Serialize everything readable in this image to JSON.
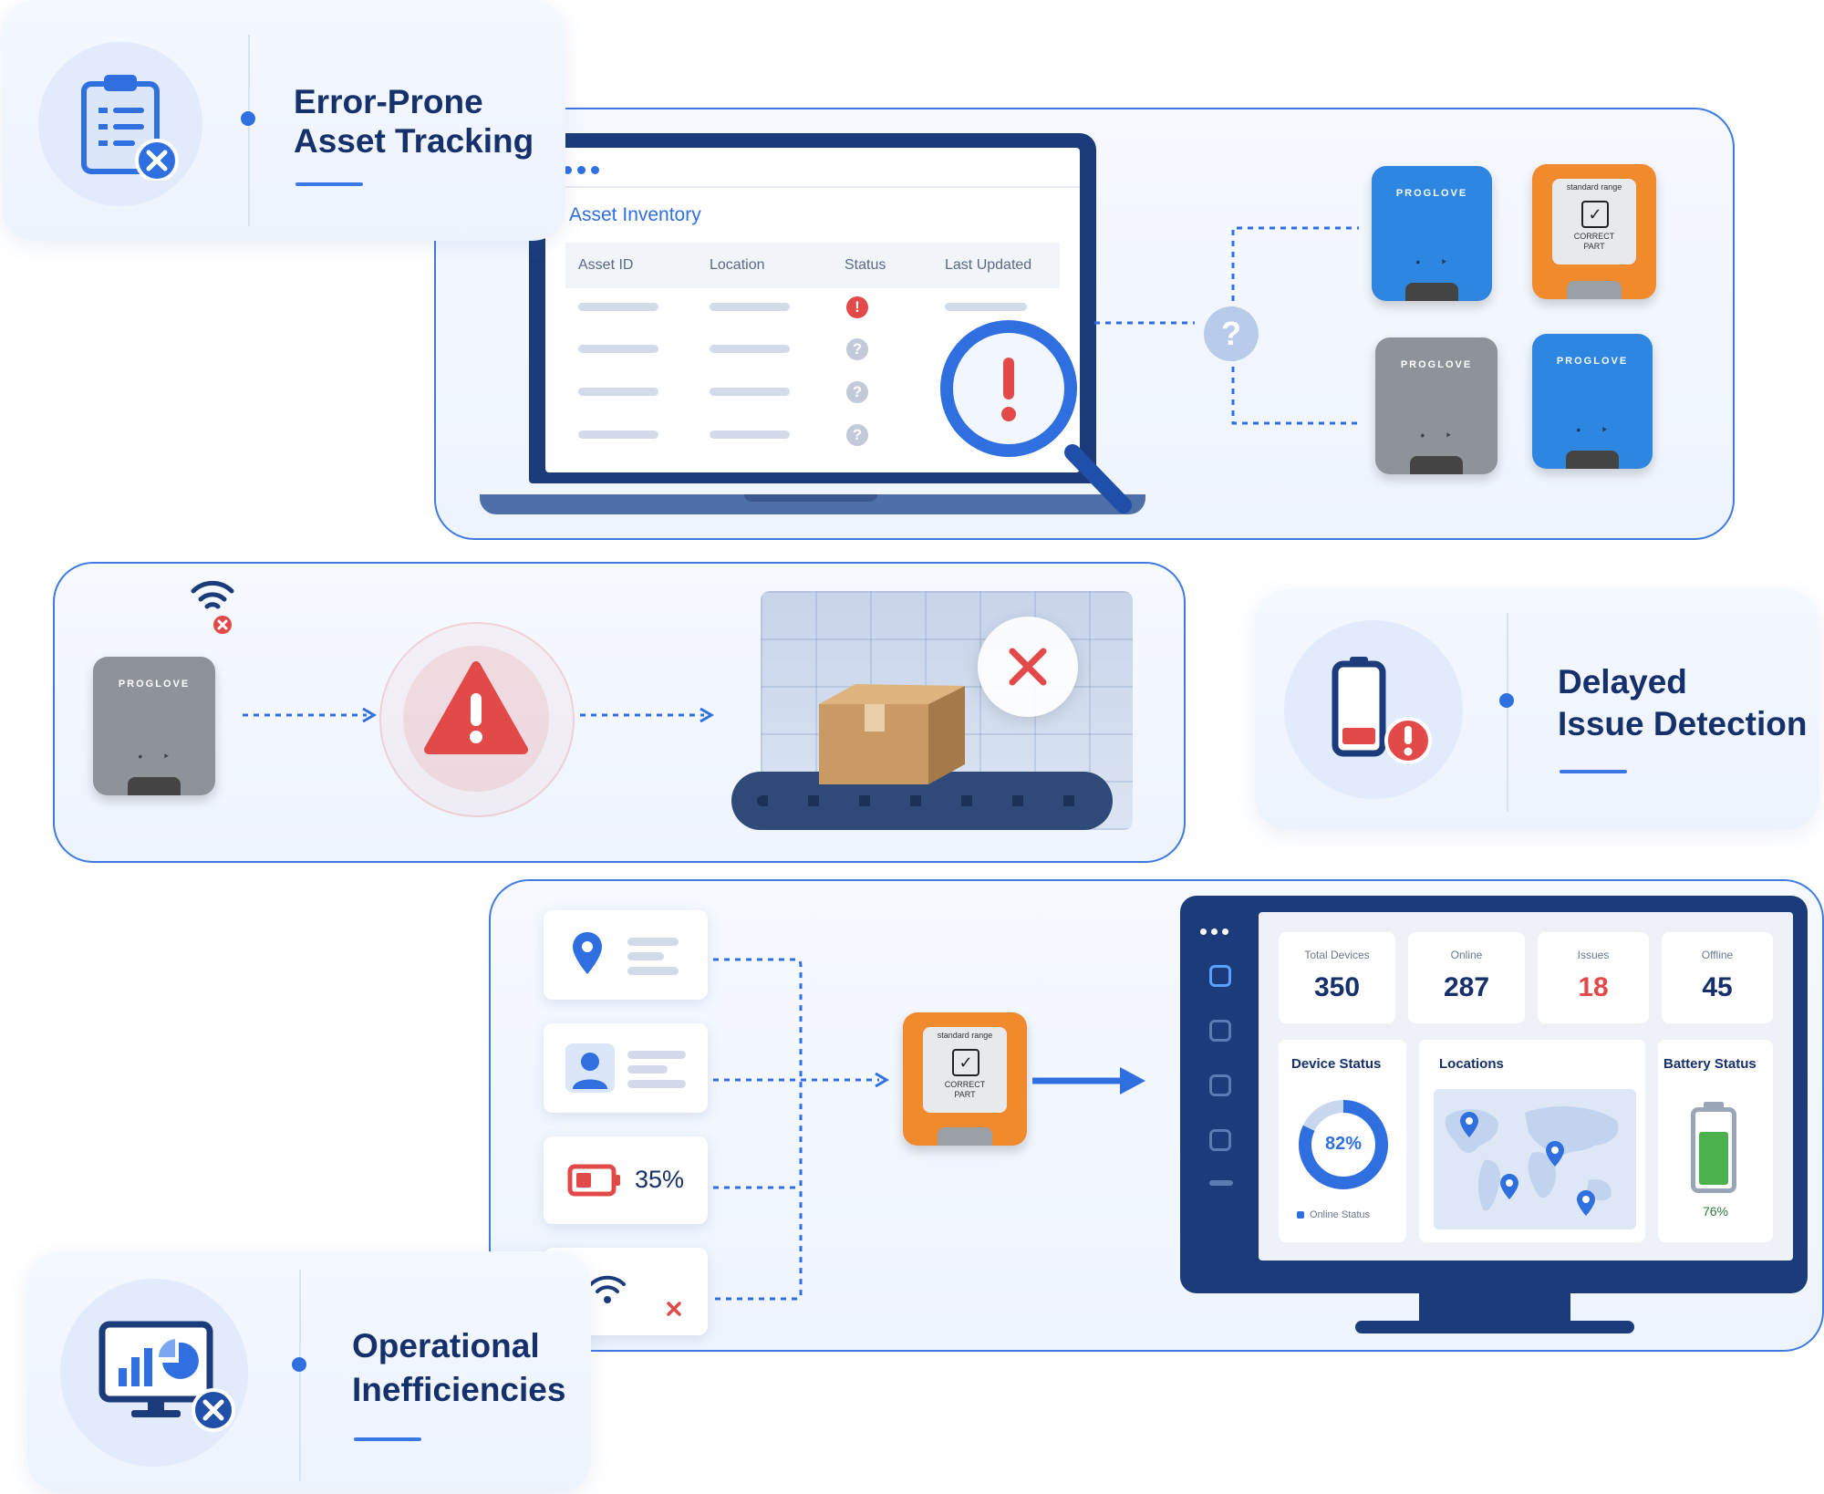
{
  "colors": {
    "accent": "#2f6fe0",
    "error": "#e24a4a",
    "navy": "#15306a",
    "orange": "#f08a2c",
    "device_blue": "#2d86e0",
    "device_gray": "#8e9399"
  },
  "cards": {
    "tracking": {
      "line1": "Error-Prone",
      "line2": "Asset Tracking",
      "icon": "clipboard-error-icon"
    },
    "delayed": {
      "line1": "Delayed",
      "line2": "Issue Detection",
      "icon": "low-battery-alert-icon"
    },
    "operational": {
      "line1": "Operational",
      "line2": "Inefficiencies",
      "icon": "monitor-error-icon"
    }
  },
  "inventory": {
    "title": "Asset Inventory",
    "headers": [
      "Asset ID",
      "Location",
      "Status",
      "Last Updated"
    ],
    "unknown_symbol": "?",
    "error_symbol": "!"
  },
  "devices": {
    "brand": "PROGLOVE",
    "screen_top": "standard range",
    "screen_bottom": "CORRECT PART"
  },
  "list": {
    "battery_value": "35%"
  },
  "dashboard": {
    "kpis": [
      {
        "label": "Total Devices",
        "value": "350",
        "color": "#15306a"
      },
      {
        "label": "Online",
        "value": "287",
        "color": "#15306a"
      },
      {
        "label": "Issues",
        "value": "18",
        "color": "#e24a4a"
      },
      {
        "label": "Offline",
        "value": "45",
        "color": "#15306a"
      }
    ],
    "device_status": {
      "label": "Device Status",
      "percent": "82%",
      "online_fraction": 0.82,
      "legend": "Online Status"
    },
    "locations": {
      "label": "Locations"
    },
    "battery": {
      "label": "Battery Status",
      "percent": "76%",
      "level": 0.76
    }
  }
}
